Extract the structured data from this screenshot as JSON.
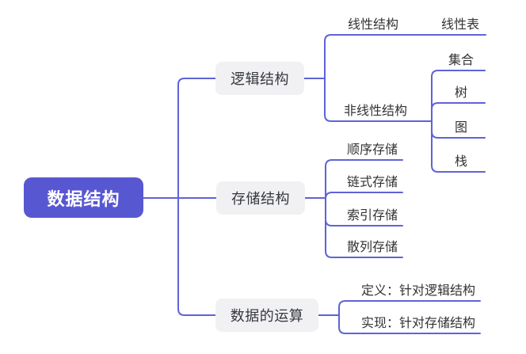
{
  "colors": {
    "accent": "#5857D2",
    "line": "#5F63D6",
    "node_bg": "#F1F1F3",
    "node_text": "#35383F",
    "leaf_text": "#333333",
    "root_text": "#FFFFFF",
    "background": "#FFFFFF"
  },
  "diagram_type": "mindmap",
  "root": {
    "label": "数据结构"
  },
  "branches": [
    {
      "label": "逻辑结构",
      "children": [
        {
          "label": "线性结构",
          "children": [
            {
              "label": "线性表"
            }
          ]
        },
        {
          "label": "非线性结构",
          "children": [
            {
              "label": "集合"
            },
            {
              "label": "树"
            },
            {
              "label": "图"
            },
            {
              "label": "栈"
            }
          ]
        }
      ]
    },
    {
      "label": "存储结构",
      "children": [
        {
          "label": "顺序存储"
        },
        {
          "label": "链式存储"
        },
        {
          "label": "索引存储"
        },
        {
          "label": "散列存储"
        }
      ]
    },
    {
      "label": "数据的运算",
      "children": [
        {
          "label": "定义：针对逻辑结构"
        },
        {
          "label": "实现：针对存储结构"
        }
      ]
    }
  ]
}
